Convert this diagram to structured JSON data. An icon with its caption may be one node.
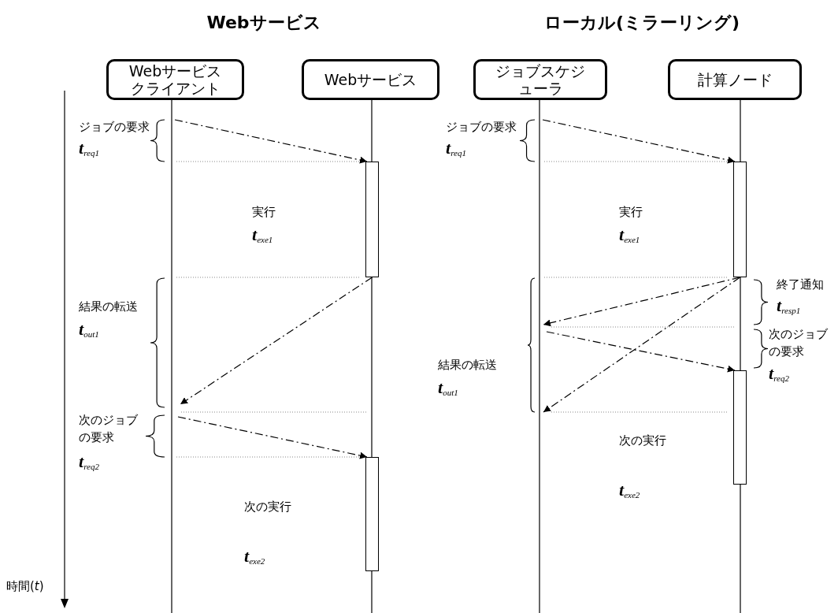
{
  "diagram": {
    "nodes": [
      {
        "text": [
          "Webサービスクライアント"
        ]
      },
      {
        "text": [
          "Webサービス"
        ]
      },
      {
        "text": [
          "ジョブスケジューラ"
        ]
      },
      {
        "text": [
          "計算ノード"
        ]
      },
      {
        "text": [],
        "shape": "bar"
      },
      {
        "text": [],
        "shape": "bar"
      },
      {
        "text": [],
        "shape": "bar"
      },
      {
        "text": [],
        "shape": "bar"
      }
    ],
    "edges": [
      {
        "from": null,
        "to": 4,
        "arrow": "to",
        "style": "dashed"
      },
      {
        "from": 4,
        "to": null,
        "arrow": "to",
        "style": "dashed"
      },
      {
        "from": null,
        "to": 7,
        "arrow": "to",
        "style": "dashed"
      },
      {
        "from": null,
        "to": 5,
        "arrow": "to",
        "style": "dashed"
      },
      {
        "from": 5,
        "to": null,
        "arrow": "to",
        "style": "dashed"
      },
      {
        "from": null,
        "to": 6,
        "arrow": "to",
        "style": "dashed"
      },
      {
        "from": 5,
        "to": null,
        "arrow": "to",
        "style": "dashed"
      }
    ],
    "labels": [
      "Webサービス",
      "ローカル(ミラーリング)",
      "ジョブの要求",
      "t$_{req1}$",
      "ジョブの要求",
      "t$_{req1}$",
      "実行",
      "t$_{exe1}$",
      "実行",
      "t$_{exe1}$",
      "終了通知",
      "t$_{resp1}$",
      "結果の転送",
      "t$_{out1}$",
      "次のジョブの要求",
      "t$_{req2}$",
      "結果の転送",
      "t$_{out1}$",
      "次のジョブの要求",
      "t$_{req2}$",
      "次の実行",
      "t$_{exe2}$",
      "次の実行",
      "t$_{exe2}$",
      "時間(*t*)"
    ]
  }
}
